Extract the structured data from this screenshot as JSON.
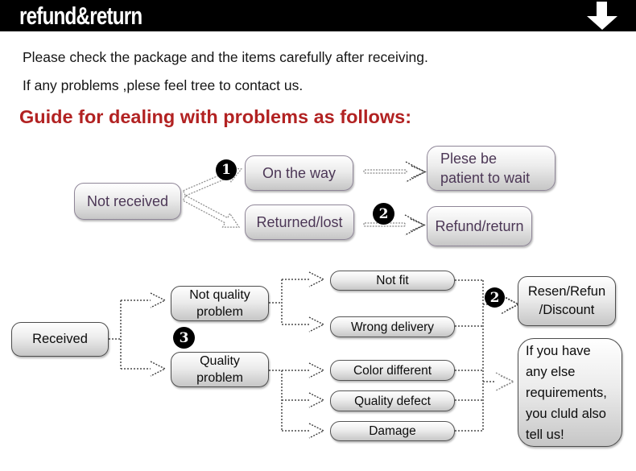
{
  "banner": {
    "title": "refund&return",
    "bg_color": "#000000",
    "text_color": "#ffffff"
  },
  "intro": {
    "line1": "Please check the package and the items carefully after receiving.",
    "line2": "If any problems ,plese feel tree to contact us."
  },
  "heading": {
    "text": "Guide for dealing with problems as follows:",
    "color": "#b22222"
  },
  "flow1": {
    "not_received": "Not received",
    "marker_1": "1",
    "on_the_way": "On the way",
    "returned_lost": "Returned/lost",
    "marker_2": "2",
    "be_patient": "Plese be\npatient to wait",
    "refund_return": "Refund/return"
  },
  "flow2": {
    "received": "Received",
    "marker_3": "3",
    "not_quality_problem": "Not quality\nproblem",
    "quality_problem": "Quality\nproblem",
    "not_fit": "Not fit",
    "wrong_delivery": "Wrong delivery",
    "color_different": "Color different",
    "quality_defect": "Quality defect",
    "damage": "Damage",
    "marker_2": "2",
    "resend_refund_discount": "Resen/Refun\n/Discount",
    "other_requirements": "If you have\nany else\nrequirements,\nyou cluld also\ntell us!"
  },
  "colors": {
    "flow1_text": "#4c3756",
    "flow2_text": "#0c0c0c",
    "box_border_purple": "#8f8698",
    "box_border_dark": "#4d4d4d"
  }
}
